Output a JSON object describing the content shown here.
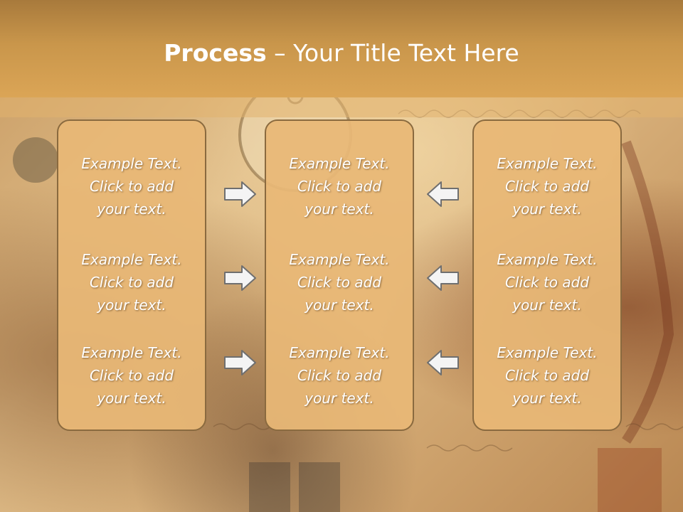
{
  "title": {
    "bold": "Process",
    "rest": " – Your Title Text Here"
  },
  "columns": [
    {
      "items": [
        "Example Text.\nClick  to add\nyour text.",
        "Example Text.\nClick  to add\nyour text.",
        "Example Text.\nClick  to add\nyour text."
      ]
    },
    {
      "items": [
        "Example Text.\nClick  to add\nyour text.",
        "Example Text.\nClick  to add\nyour text.",
        "Example Text.\nClick  to add\nyour text."
      ]
    },
    {
      "items": [
        "Example Text.\nClick  to add\nyour text.",
        "Example Text.\nClick  to add\nyour text.",
        "Example Text.\nClick  to add\nyour text."
      ]
    }
  ],
  "arrows": {
    "left_group": "arrow-right-icon",
    "right_group": "arrow-left-icon"
  },
  "colors": {
    "title_bar": "#c9964b",
    "box_fill": "#e8b876",
    "box_border": "#8a6a3f",
    "text": "#ffffff"
  }
}
